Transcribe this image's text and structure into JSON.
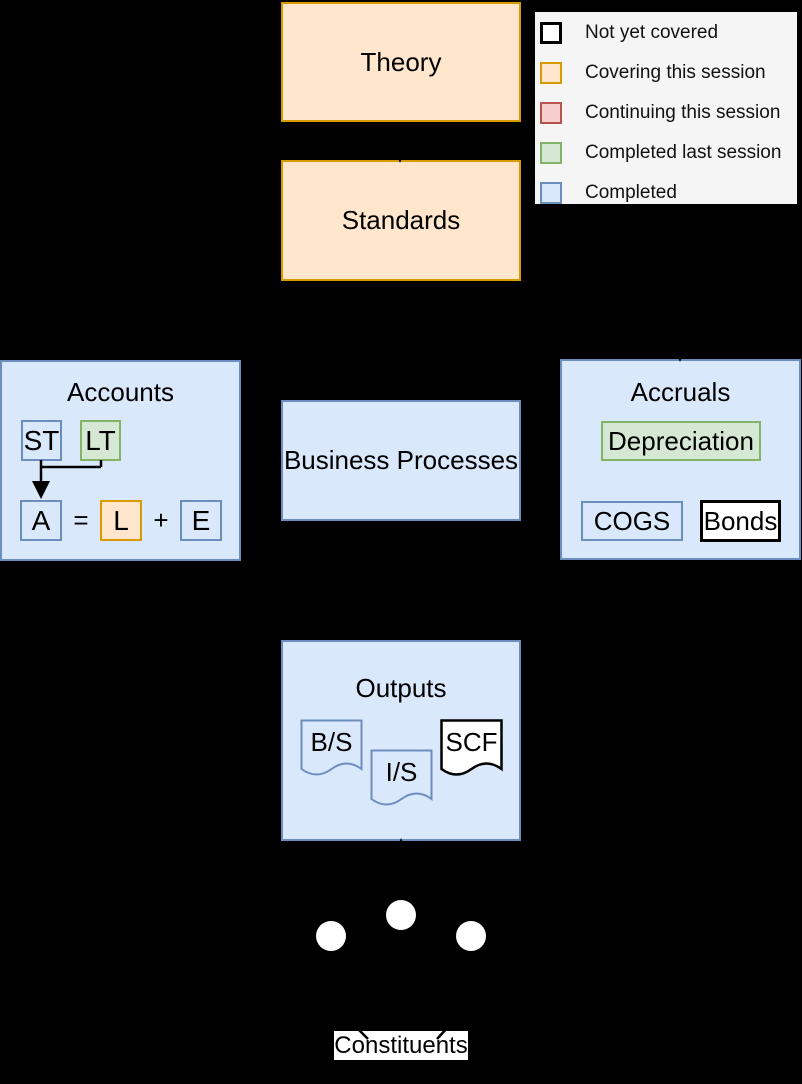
{
  "legend": {
    "items": [
      {
        "label": "Not yet covered",
        "fill": "#ffffff",
        "border": "#000000"
      },
      {
        "label": "Covering this session",
        "fill": "#ffe6cc",
        "border": "#d79b00"
      },
      {
        "label": "Continuing this session",
        "fill": "#f8cecc",
        "border": "#b85450"
      },
      {
        "label": "Completed last session",
        "fill": "#d5e8d4",
        "border": "#82b366"
      },
      {
        "label": "Completed",
        "fill": "#dae8fc",
        "border": "#6c8ebf"
      }
    ]
  },
  "nodes": {
    "theory": {
      "label": "Theory",
      "status": "Covering this session"
    },
    "standards": {
      "label": "Standards",
      "status": "Covering this session"
    },
    "accounts": {
      "label": "Accounts",
      "st_label": "ST",
      "lt_label": "LT",
      "equation": {
        "a": "A",
        "equals": "=",
        "l": "L",
        "plus": "+",
        "e": "E"
      }
    },
    "business_processes": {
      "label": "Business Processes",
      "status": "Completed"
    },
    "accruals": {
      "label": "Accruals",
      "depreciation_label": "Depreciation",
      "cogs_label": "COGS",
      "bonds_label": "Bonds"
    },
    "outputs": {
      "label": "Outputs",
      "documents": [
        "B/S",
        "I/S",
        "SCF"
      ]
    },
    "constituents": {
      "label": "Constituents"
    }
  },
  "colors": {
    "background": "#000000",
    "not_yet_covered_fill": "#ffffff",
    "not_yet_covered_border": "#000000",
    "covering_fill": "#ffe6cc",
    "covering_border": "#d79b00",
    "continuing_fill": "#f8cecc",
    "continuing_border": "#b85450",
    "completed_last_fill": "#d5e8d4",
    "completed_last_border": "#82b366",
    "completed_fill": "#dae8fc",
    "completed_border": "#6c8ebf",
    "legend_background": "#f5f5f5"
  }
}
